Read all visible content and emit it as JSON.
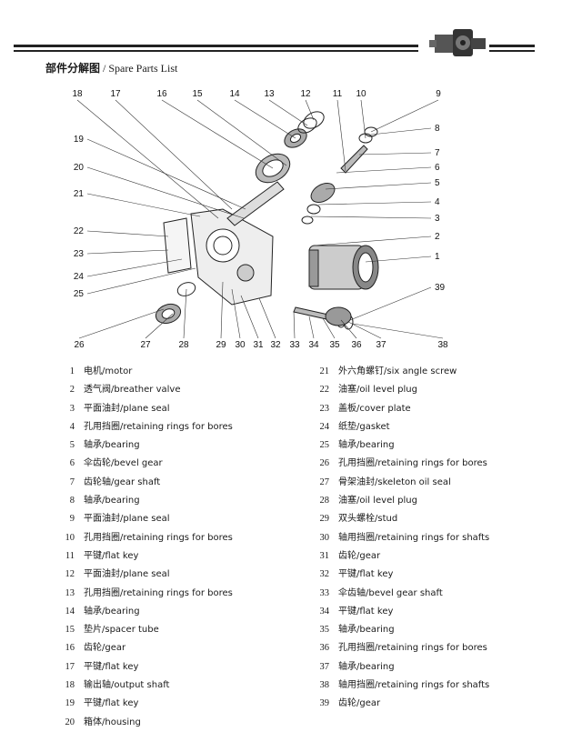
{
  "title": {
    "cn": "部件分解图",
    "en": " / Spare Parts List"
  },
  "diagram": {
    "labels_top": [
      "18",
      "17",
      "16",
      "15",
      "14",
      "13",
      "12",
      "11",
      "10",
      "9"
    ],
    "labels_left": [
      "19",
      "20",
      "21",
      "22",
      "23",
      "24",
      "25"
    ],
    "labels_right": [
      "8",
      "7",
      "6",
      "5",
      "4",
      "3",
      "2",
      "1",
      "39"
    ],
    "labels_bottom": [
      "26",
      "27",
      "28",
      "29",
      "30",
      "31",
      "32",
      "33",
      "34",
      "35",
      "36",
      "37",
      "38"
    ]
  },
  "parts_left": [
    {
      "num": "1",
      "name": "电机/motor"
    },
    {
      "num": "2",
      "name": "透气阀/breather valve"
    },
    {
      "num": "3",
      "name": "平面油封/plane seal"
    },
    {
      "num": "4",
      "name": "孔用挡圈/retaining rings for bores"
    },
    {
      "num": "5",
      "name": "轴承/bearing"
    },
    {
      "num": "6",
      "name": "伞齿轮/bevel gear"
    },
    {
      "num": "7",
      "name": "齿轮轴/gear shaft"
    },
    {
      "num": "8",
      "name": "轴承/bearing"
    },
    {
      "num": "9",
      "name": "平面油封/plane seal"
    },
    {
      "num": "10",
      "name": "孔用挡圈/retaining rings for bores"
    },
    {
      "num": "11",
      "name": "平键/flat key"
    },
    {
      "num": "12",
      "name": "平面油封/plane seal"
    },
    {
      "num": "13",
      "name": "孔用挡圈/retaining rings for bores"
    },
    {
      "num": "14",
      "name": "轴承/bearing"
    },
    {
      "num": "15",
      "name": "垫片/spacer tube"
    },
    {
      "num": "16",
      "name": "齿轮/gear"
    },
    {
      "num": "17",
      "name": "平键/flat key"
    },
    {
      "num": "18",
      "name": "输出轴/output shaft"
    },
    {
      "num": "19",
      "name": "平键/flat key"
    },
    {
      "num": "20",
      "name": "箱体/housing"
    }
  ],
  "parts_right": [
    {
      "num": "21",
      "name": "外六角螺钉/six angle screw"
    },
    {
      "num": "22",
      "name": "油塞/oil level plug"
    },
    {
      "num": "23",
      "name": "盖板/cover plate"
    },
    {
      "num": "24",
      "name": "纸垫/gasket"
    },
    {
      "num": "25",
      "name": "轴承/bearing"
    },
    {
      "num": "26",
      "name": "孔用挡圈/retaining rings for bores"
    },
    {
      "num": "27",
      "name": "骨架油封/skeleton oil seal"
    },
    {
      "num": "28",
      "name": "油塞/oil level plug"
    },
    {
      "num": "29",
      "name": "双头螺栓/stud"
    },
    {
      "num": "30",
      "name": "轴用挡圈/retaining rings for shafts"
    },
    {
      "num": "31",
      "name": "齿轮/gear"
    },
    {
      "num": "32",
      "name": "平键/flat key"
    },
    {
      "num": "33",
      "name": "伞齿轴/bevel gear shaft"
    },
    {
      "num": "34",
      "name": "平键/flat key"
    },
    {
      "num": "35",
      "name": "轴承/bearing"
    },
    {
      "num": "36",
      "name": "孔用挡圈/retaining rings for bores"
    },
    {
      "num": "37",
      "name": "轴承/bearing"
    },
    {
      "num": "38",
      "name": "轴用挡圈/retaining rings for shafts"
    },
    {
      "num": "39",
      "name": "齿轮/gear"
    }
  ]
}
